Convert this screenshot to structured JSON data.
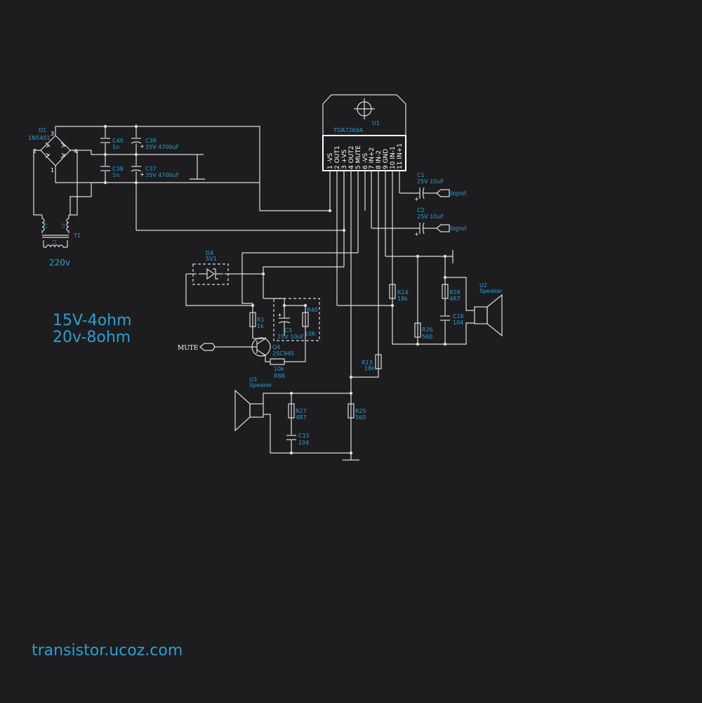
{
  "ic": {
    "ref": "U1",
    "part": "TDA7269A",
    "pins": [
      "1 -VS",
      "2 OUT1",
      "3 +VS",
      "4 OUT2",
      "5 MUTE",
      "6 -VS",
      "7 IN+2",
      "8 IN-2",
      "9 GND",
      "10 IN-1",
      "11 IN+1"
    ]
  },
  "bridge": {
    "ref": "D1",
    "part": "1N5401",
    "pin2": "2",
    "pin3": "3",
    "pin4": "4",
    "pin1": "1"
  },
  "transformer": {
    "ref": "T1",
    "voltage": "220v",
    "l1": "L1",
    "l2": "L2",
    "l3": "L3"
  },
  "caps": {
    "c40": {
      "ref": "C40",
      "value": "1n"
    },
    "c39": {
      "ref": "C39",
      "value": "35V 4700uF"
    },
    "c38": {
      "ref": "C38",
      "value": "1n"
    },
    "c37": {
      "ref": "C37",
      "value": "35V 4700uF"
    },
    "c1": {
      "ref": "C1",
      "value": "25V 10uF"
    },
    "c2": {
      "ref": "C2",
      "value": "25V 10uF"
    },
    "c3": {
      "ref": "C3",
      "value": "25V 10uF"
    },
    "c16": {
      "ref": "C16",
      "value": "104"
    },
    "c15": {
      "ref": "C15",
      "value": "104"
    }
  },
  "resistors": {
    "r14": {
      "ref": "R14",
      "value": "18k"
    },
    "r28": {
      "ref": "R28",
      "value": "4R7"
    },
    "r26": {
      "ref": "R26",
      "value": "560"
    },
    "r1": {
      "ref": "R1",
      "value": "1k"
    },
    "r40": {
      "ref": "R40",
      "value": "10K"
    },
    "r88": {
      "ref": "R88",
      "value": "10k"
    },
    "r13": {
      "ref": "R13",
      "value": "18k"
    },
    "r27": {
      "ref": "R27",
      "value": "4R7"
    },
    "r25": {
      "ref": "R25",
      "value": "560"
    }
  },
  "zener": {
    "ref": "D4",
    "value": "5V1"
  },
  "transistor": {
    "ref": "Q4",
    "part": "2SC945"
  },
  "speakers": {
    "u2": {
      "ref": "U2",
      "label": "Speaker"
    },
    "u3": {
      "ref": "U3",
      "label": "Speaker"
    }
  },
  "ports": {
    "input1": "input",
    "input2": "input",
    "mute": "MUTE"
  },
  "notes": {
    "line1": "15V-4ohm",
    "line2": "20v-8ohm"
  },
  "site": "transistor.ucoz.com"
}
